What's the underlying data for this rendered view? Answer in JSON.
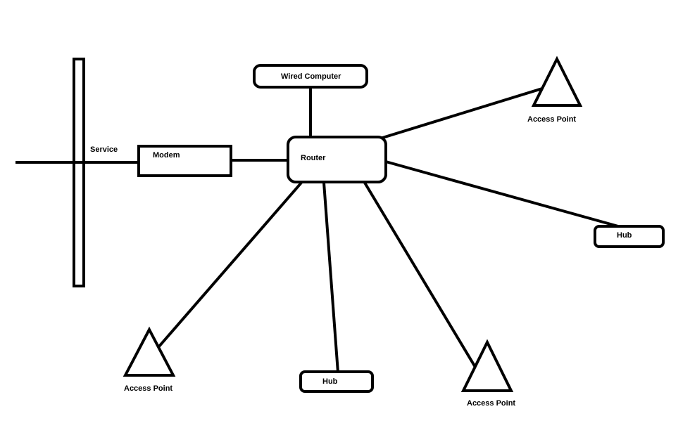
{
  "diagram": {
    "labels": {
      "service": "Service",
      "modem": "Modem",
      "router": "Router",
      "wired_computer": "Wired Computer",
      "access_point_top_right": "Access Point",
      "hub_right": "Hub",
      "access_point_bottom_left": "Access Point",
      "hub_bottom": "Hub",
      "access_point_bottom_right": "Access Point"
    }
  }
}
